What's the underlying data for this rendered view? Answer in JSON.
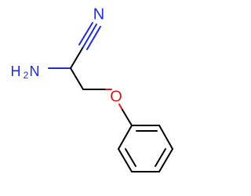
{
  "molecule": {
    "labels": {
      "nitrile_n": "N",
      "amine_h": "H",
      "amine_sub": "2",
      "amine_n": "N",
      "ether_o": "O"
    },
    "colors": {
      "carbon": "#000000",
      "nitrogen": "#1f2bd6",
      "oxygen": "#d61a1a"
    }
  }
}
